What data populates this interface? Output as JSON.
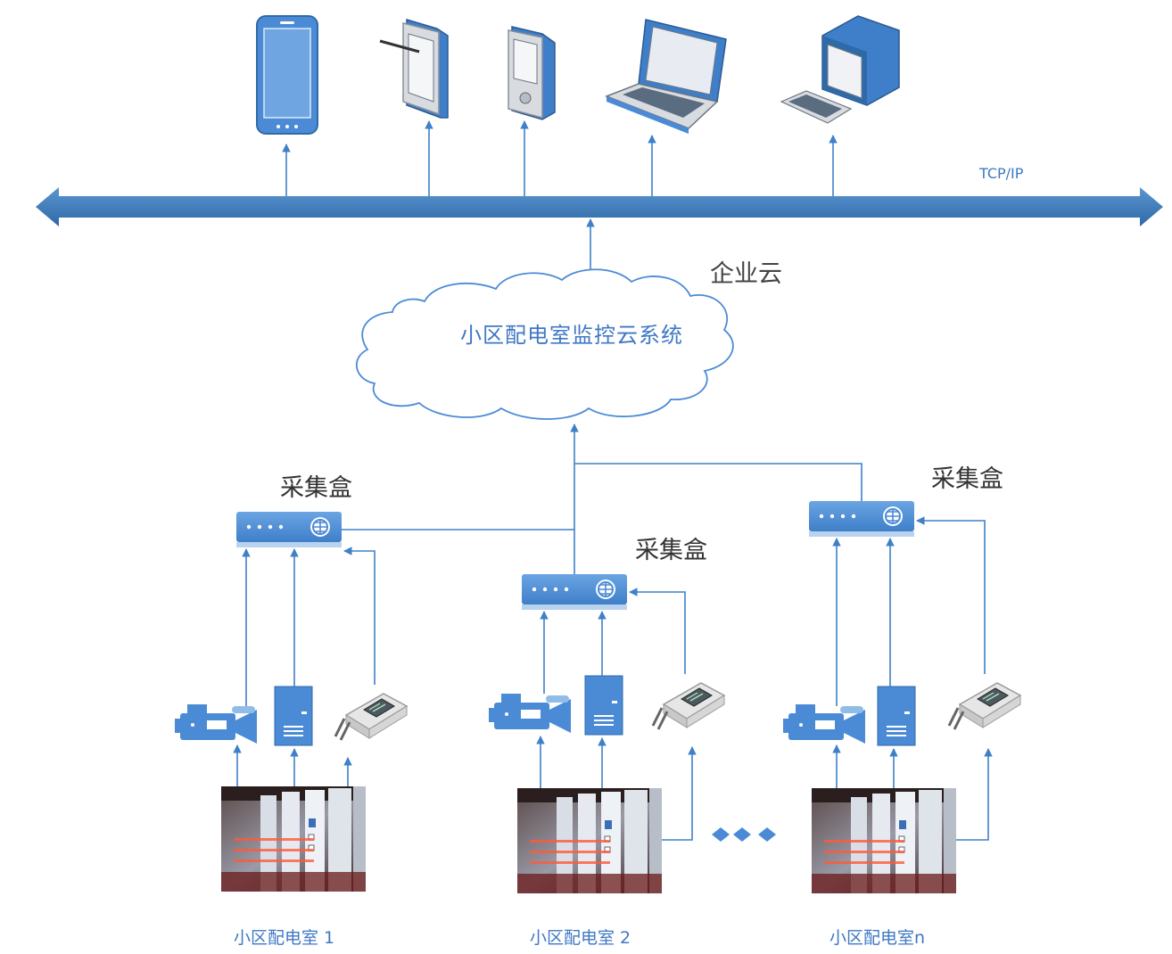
{
  "protocol_label": "TCP/IP",
  "cloud": {
    "tag": "企业云",
    "system_name": "小区配电室监控云系统"
  },
  "collector_label": "采集盒",
  "rooms": [
    {
      "label": "小区配电室 1"
    },
    {
      "label": "小区配电室 2"
    },
    {
      "label": "小区配电室n"
    }
  ],
  "terminals": [
    {
      "icon": "smartphone-icon"
    },
    {
      "icon": "tablet-icon"
    },
    {
      "icon": "pda-icon"
    },
    {
      "icon": "laptop-icon"
    },
    {
      "icon": "desktop-computer-icon"
    }
  ],
  "colors": {
    "accent": "#3f78c4",
    "bus": "#3b78b8",
    "device": "#4b8bd6",
    "line": "#3f80c8"
  }
}
